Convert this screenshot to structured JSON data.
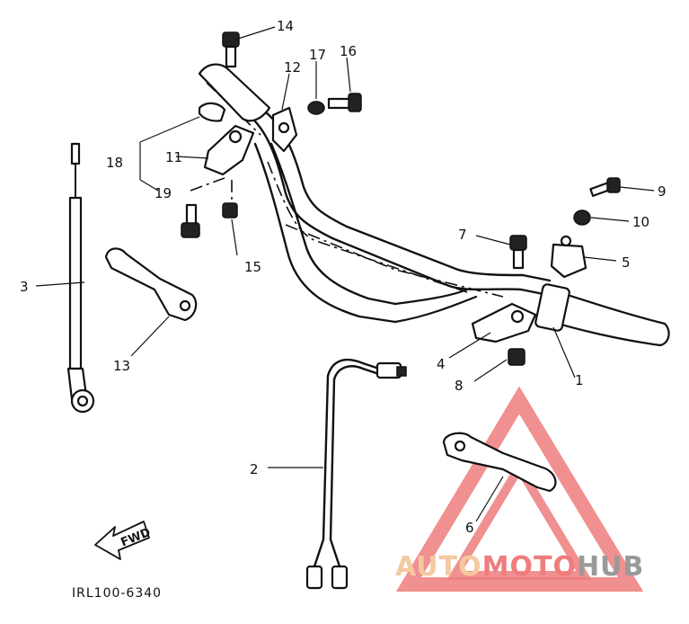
{
  "diagram": {
    "code_label": "IRL100-6340",
    "fwd_label": "FWD",
    "callouts": {
      "c1": "1",
      "c2": "2",
      "c3": "3",
      "c4": "4",
      "c5": "5",
      "c6": "6",
      "c7": "7",
      "c8": "8",
      "c9": "9",
      "c10": "10",
      "c11": "11",
      "c12": "12",
      "c13": "13",
      "c14": "14",
      "c15": "15",
      "c16": "16",
      "c17": "17",
      "c18": "18",
      "c19": "19"
    }
  },
  "watermark": {
    "part1": "AUTO",
    "part2": "MOTO",
    "part3": "HUB",
    "colors": {
      "auto": "#f5c9a0",
      "moto": "#ef7d7d",
      "hub": "#9a9a9a"
    }
  }
}
